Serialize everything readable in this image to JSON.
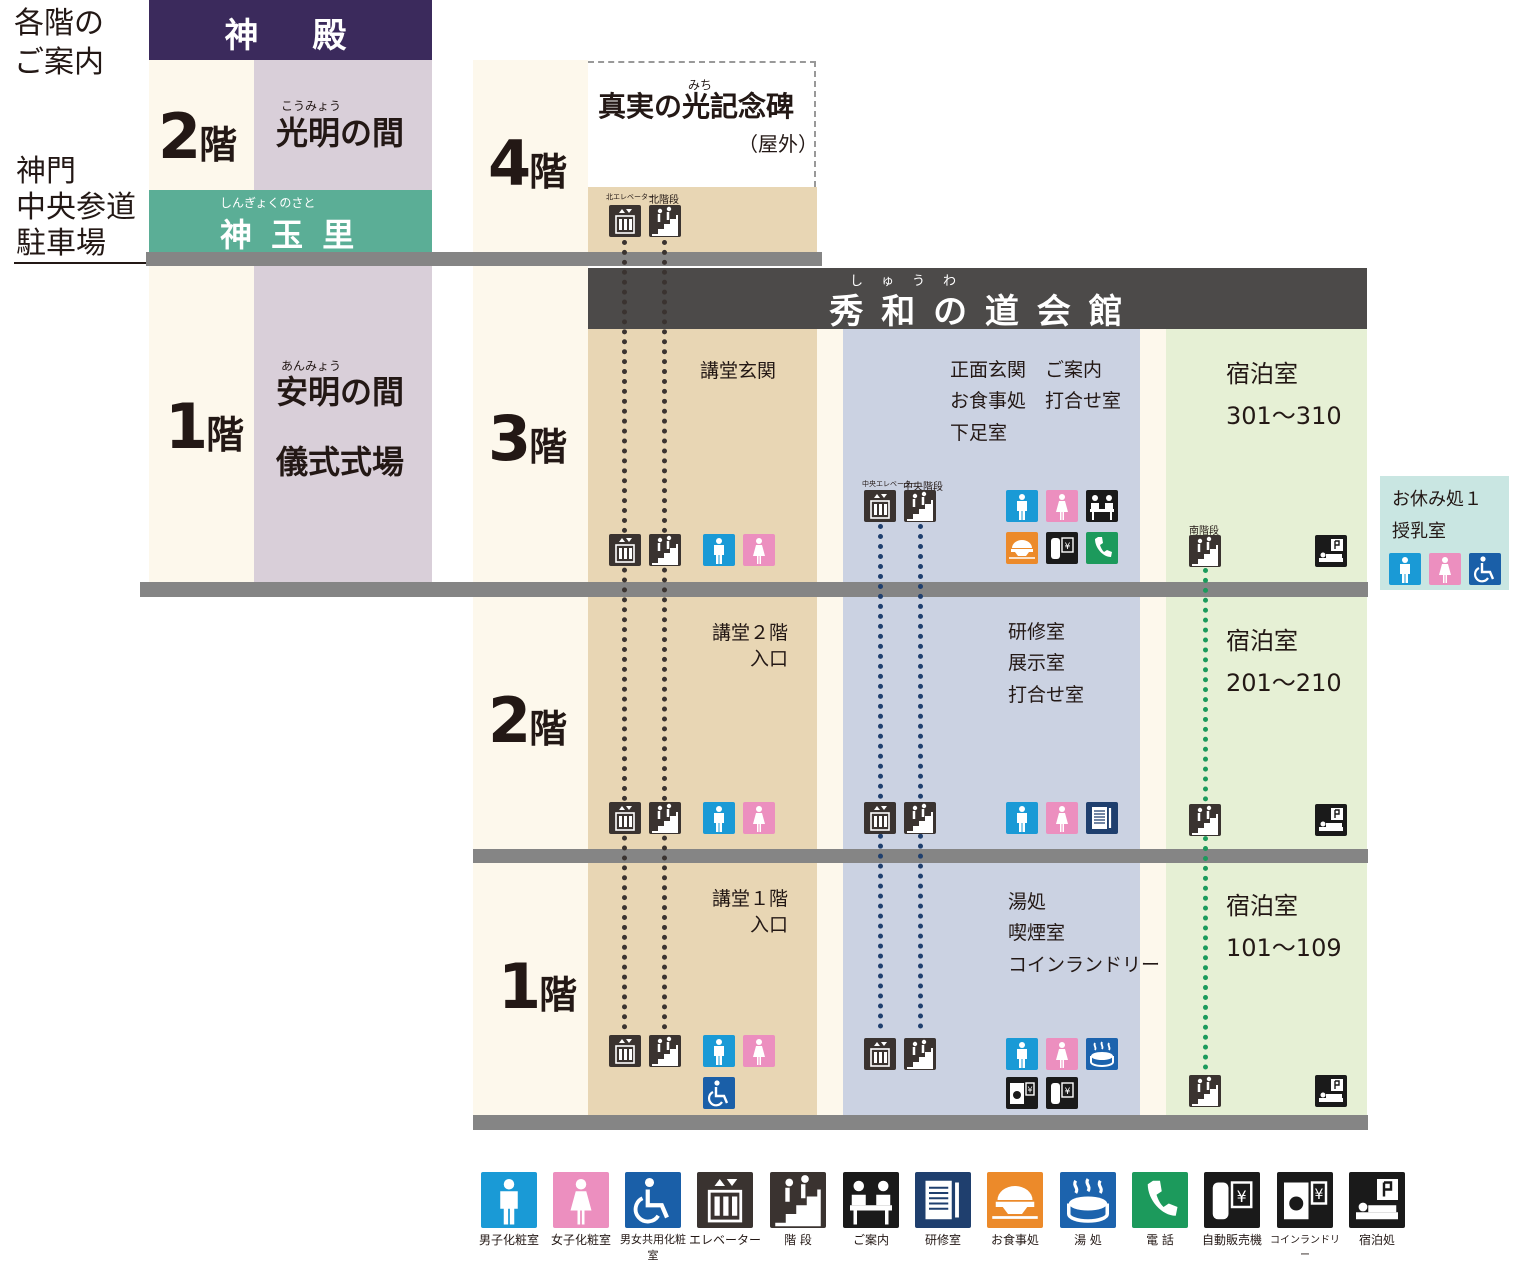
{
  "side_labels": {
    "floor_guide_line1": "各階の",
    "floor_guide_line2": "ご案内",
    "gate_line1": "神門",
    "gate_line2": "中央参道",
    "gate_line3": "駐車場"
  },
  "shinden": {
    "title": "神　殿",
    "floor2_label": "2",
    "floor2_suffix": "階",
    "koumyou_ruby": "こうみょう",
    "koumyou_name": "光明の間",
    "shingyoku_ruby": "しんぎょくのさと",
    "shingyoku_name": "神 玉 里",
    "floor1_label": "1",
    "floor1_suffix": "階",
    "anmyou_ruby": "あんみょう",
    "anmyou_name": "安明の間",
    "ceremony": "儀式式場"
  },
  "kaikan": {
    "title_ruby": "しゅうわ",
    "title": "秀 和 の 道 会 館",
    "floor4": "4",
    "floor3": "3",
    "floor2": "2",
    "floor1": "1",
    "floor_suffix": "階",
    "monument_ruby": "みち",
    "monument": "真実の光記念碑",
    "monument_note": "（屋外）",
    "north_elevator": "北エレベーター",
    "north_stairs": "北階段",
    "center_elevator": "中央エレベーター",
    "center_stairs": "中央階段",
    "south_stairs": "南階段",
    "hall_f3": "講堂玄関",
    "hall_f2_line1": "講堂２階",
    "hall_f2_line2": "入口",
    "hall_f1_line1": "講堂１階",
    "hall_f1_line2": "入口",
    "center_f3": [
      "正面玄関　ご案内",
      "お食事処　打合せ室",
      "下足室"
    ],
    "center_f2": [
      "研修室",
      "展示室",
      "打合せ室"
    ],
    "center_f1": [
      "湯処",
      "喫煙室",
      "コインランドリー"
    ],
    "lodging_label": "宿泊室",
    "lodging_f3": "301～310",
    "lodging_f2": "201～210",
    "lodging_f1": "101～109",
    "rest_area_line1": "お休み処１",
    "rest_area_line2": "授乳室"
  },
  "legend": [
    {
      "icon": "mens-restroom-icon",
      "label": "男子化粧室"
    },
    {
      "icon": "womens-restroom-icon",
      "label": "女子化粧室"
    },
    {
      "icon": "accessible-restroom-icon",
      "label": "男女共用化粧室"
    },
    {
      "icon": "elevator-icon",
      "label": "エレベーター"
    },
    {
      "icon": "stairs-icon",
      "label": "階 段"
    },
    {
      "icon": "information-icon",
      "label": "ご案内"
    },
    {
      "icon": "training-room-icon",
      "label": "研修室"
    },
    {
      "icon": "dining-icon",
      "label": "お食事処"
    },
    {
      "icon": "bath-icon",
      "label": "湯 処"
    },
    {
      "icon": "phone-icon",
      "label": "電 話"
    },
    {
      "icon": "vending-machine-icon",
      "label": "自動販売機"
    },
    {
      "icon": "coin-laundry-icon",
      "label": "コインランドリー"
    },
    {
      "icon": "lodging-icon",
      "label": "宿泊処"
    }
  ],
  "colors": {
    "shinden_header": "#3b2a5c",
    "shingyoku": "#5bae96",
    "cream": "#fdf8ec",
    "lilac": "#d9cfd9",
    "tan": "#e8d6b4",
    "bluegrey": "#cbd2e2",
    "palegreen": "#e6f0d5",
    "restarea": "#c9e6e2",
    "floorbar": "#858585",
    "kaikan_header": "#4c4a49",
    "men": "#1a9ad6",
    "women": "#ec8fbf",
    "accessible": "#1a5fa8",
    "dark_icon": "#3a3330",
    "dining": "#ec8a2a",
    "bath": "#1c63ad",
    "phone": "#1c9a5c",
    "training": "#1f3f6e"
  }
}
